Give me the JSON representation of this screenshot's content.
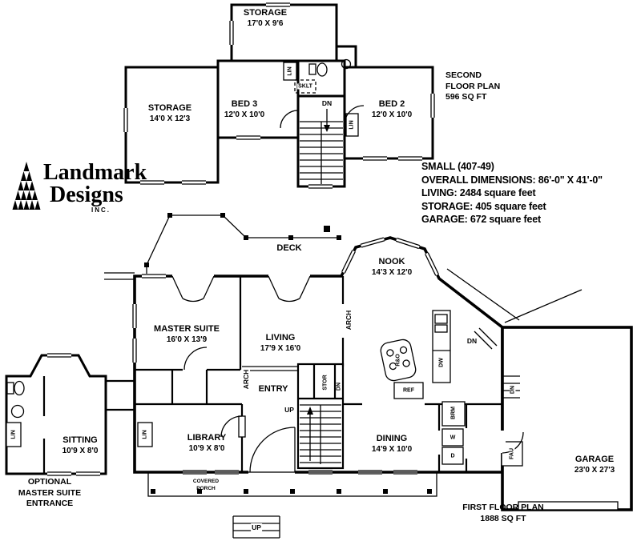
{
  "colors": {
    "ink": "#000000",
    "paper": "#ffffff"
  },
  "logo": {
    "line1": "Landmark",
    "line2": "Designs",
    "inc": "INC."
  },
  "info": {
    "lines": [
      "SMALL (407-49)",
      "OVERALL DIMENSIONS: 86'-0\" X 41'-0\"",
      "LIVING: 2484 square feet",
      "STORAGE: 405 square feet",
      "GARAGE: 672 square feet"
    ]
  },
  "second_floor": {
    "title_lines": [
      "SECOND",
      "FLOOR PLAN",
      "596 SQ FT"
    ],
    "rooms": {
      "storage_top": {
        "name": "STORAGE",
        "dims": "17'0 X 9'6"
      },
      "storage_left": {
        "name": "STORAGE",
        "dims": "14'0 X 12'3"
      },
      "bed3": {
        "name": "BED 3",
        "dims": "12'0 X 10'0"
      },
      "bed2": {
        "name": "BED 2",
        "dims": "12'0 X 10'0"
      }
    },
    "tags": {
      "lin1": "LIN",
      "sklt": "SKLT",
      "dn": "DN",
      "lin2": "LIN"
    }
  },
  "first_floor": {
    "title_lines": [
      "FIRST FLOOR PLAN",
      "1888 SQ FT"
    ],
    "rooms": {
      "deck": {
        "name": "DECK"
      },
      "nook": {
        "name": "NOOK",
        "dims": "14'3 X 12'0"
      },
      "master": {
        "name": "MASTER SUITE",
        "dims": "16'0 X 13'9"
      },
      "living": {
        "name": "LIVING",
        "dims": "17'9 X 16'0"
      },
      "entry": {
        "name": "ENTRY"
      },
      "sitting": {
        "name": "SITTING",
        "dims": "10'9 X 8'0"
      },
      "library": {
        "name": "LIBRARY",
        "dims": "10'9 X 8'0"
      },
      "dining": {
        "name": "DINING",
        "dims": "14'9 X 10'0"
      },
      "garage": {
        "name": "GARAGE",
        "dims": "23'0 X 27'3"
      }
    },
    "tags": {
      "arch_nook": "ARCH",
      "arch_entry": "ARCH",
      "stor": "STOR",
      "dn_basement": "DN",
      "up_stairs": "UP",
      "ro": "R&O",
      "dw": "DW",
      "ref": "REF",
      "dn_kitchen": "DN",
      "dn_garage": "DN",
      "brm": "BRM",
      "w": "W",
      "d": "D",
      "fau": "FAU",
      "lin_hall": "LIN",
      "lin_optional": "LIN",
      "up_porch": "UP"
    },
    "porch_lines": [
      "COVERED",
      "PORCH"
    ],
    "optional_lines": [
      "OPTIONAL",
      "MASTER SUITE",
      "ENTRANCE"
    ]
  }
}
